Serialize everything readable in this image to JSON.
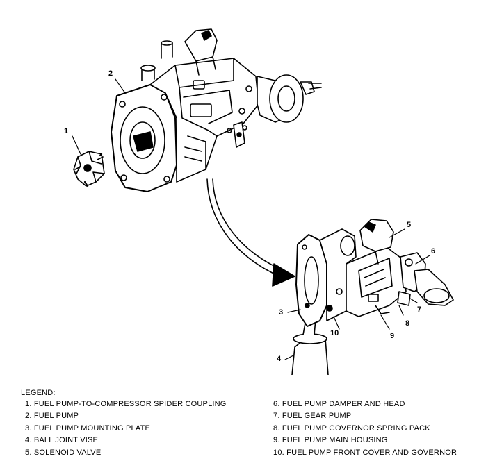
{
  "callouts": {
    "c1": "1",
    "c2": "2",
    "c3": "3",
    "c4": "4",
    "c5": "5",
    "c6": "6",
    "c7": "7",
    "c8": "8",
    "c9": "9",
    "c10": "10"
  },
  "legend": {
    "title": "LEGEND:",
    "items": [
      "1. FUEL PUMP-TO-COMPRESSOR SPIDER COUPLING",
      "2. FUEL PUMP",
      "3. FUEL PUMP MOUNTING PLATE",
      "4. BALL JOINT VISE",
      "5. SOLENOID VALVE",
      "6. FUEL PUMP DAMPER AND HEAD",
      "7. FUEL GEAR PUMP",
      "8. FUEL PUMP GOVERNOR SPRING PACK",
      "9. FUEL PUMP MAIN HOUSING",
      "10. FUEL PUMP FRONT COVER AND GOVERNOR"
    ]
  }
}
